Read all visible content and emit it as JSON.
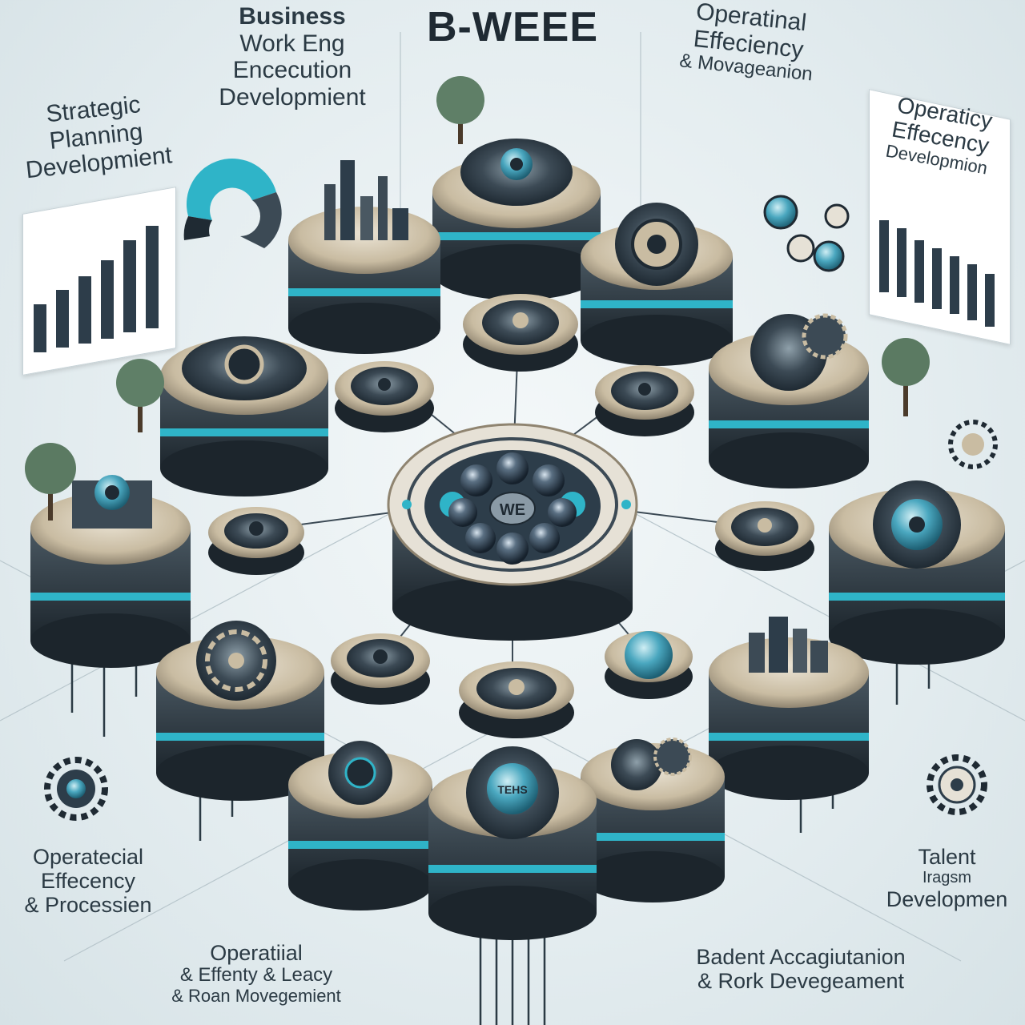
{
  "title": "B-WEEE",
  "hub_label": "WE",
  "bottom_hub_label": "TEHS",
  "labels": {
    "top_left": [
      "Business",
      "Work Eng",
      "Encecution",
      "Developmient"
    ],
    "left": [
      "Strategic",
      "Planning",
      "Developmient"
    ],
    "top_right": [
      "Operatinal",
      "Effeciency",
      "& Movageanion"
    ],
    "right": [
      "Operaticy",
      "Effecency",
      "Developmion"
    ],
    "bottom_left_mid": [
      "Operatecial",
      "Effecency",
      "& Processien"
    ],
    "bottom_left": [
      "Operatiial",
      "& Effenty & Leacy",
      "& Roan Movegemient"
    ],
    "bottom_right": [
      "Badent Accagiutanion",
      "& Rork Devegeament"
    ],
    "right_mid": [
      "Talent",
      "Iragsm",
      "Developmen"
    ]
  },
  "colors": {
    "accent": "#2fb4c8",
    "steel": "#3c4a55",
    "brass": "#c9b99a",
    "dark": "#1f2a33"
  }
}
